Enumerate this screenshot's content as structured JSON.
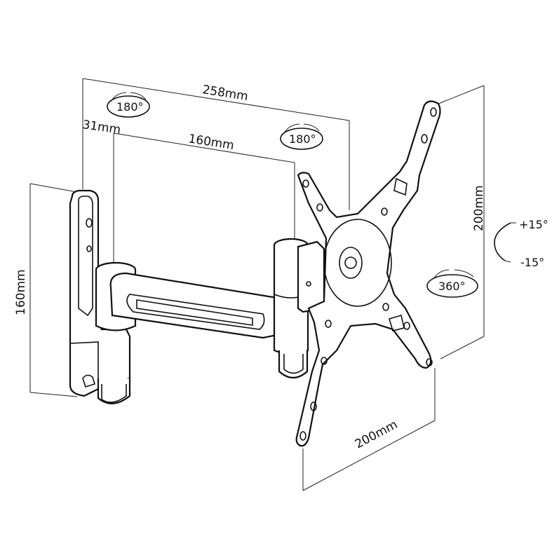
{
  "dimensions": {
    "total_reach": "258mm",
    "arm_length": "160mm",
    "wall_offset": "31mm",
    "wall_plate_height": "160mm",
    "vesa_vertical": "200mm",
    "vesa_horizontal": "200mm"
  },
  "rotations": {
    "wall_pivot": "180°",
    "arm_pivot": "180°",
    "plate_rotation": "360°",
    "tilt_up": "+15°",
    "tilt_down": "-15°"
  }
}
